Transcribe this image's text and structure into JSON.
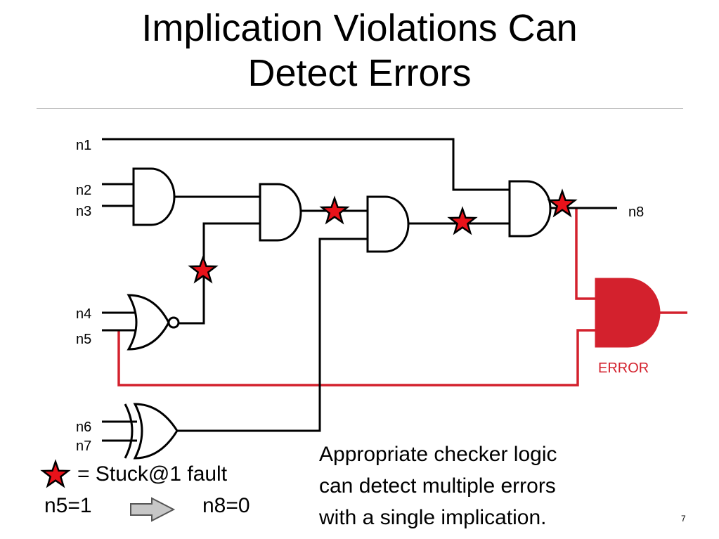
{
  "title": {
    "line1": "Implication Violations Can",
    "line2": "Detect Errors"
  },
  "signals": {
    "n1": "n1",
    "n2": "n2",
    "n3": "n3",
    "n4": "n4",
    "n5": "n5",
    "n6": "n6",
    "n7": "n7",
    "n8": "n8"
  },
  "error_label": "ERROR",
  "legend": {
    "icon": "red-star-icon",
    "text": "= Stuck@1 fault"
  },
  "implication": {
    "lhs": "n5=1",
    "rhs": "n8=0",
    "arrow_icon": "right-arrow-icon"
  },
  "note": {
    "line1": "Appropriate checker logic",
    "line2": "can detect multiple errors",
    "line3": "with a single implication."
  },
  "page_number": "7",
  "colors": {
    "checker": "#d3212d",
    "fault_star": "#e8121a",
    "wire": "#000000"
  }
}
